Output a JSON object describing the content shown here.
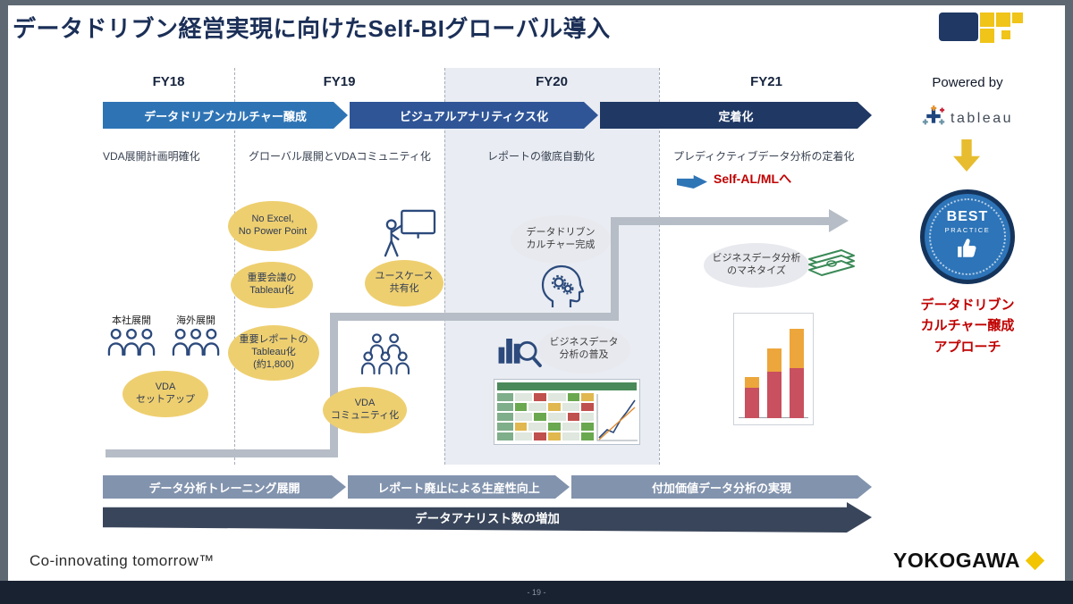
{
  "title": "データドリブン経営実現に向けたSelf-BIグローバル導入",
  "columns": [
    "FY18",
    "FY19",
    "FY20",
    "FY21"
  ],
  "phases": {
    "p1": "データドリブンカルチャー醸成",
    "p2": "ビジュアルアナリティクス化",
    "p3": "定着化"
  },
  "notes": {
    "n1": "VDA展開計画明確化",
    "n2": "グローバル展開とVDAコミュニティ化",
    "n3": "レポートの徹底自動化",
    "n4": "プレディクティブデータ分析の定着化"
  },
  "self_ml_label": "Self-AL/MLへ",
  "fy18": {
    "honsha": "本社展開",
    "kaigai": "海外展開",
    "vda_setup_l1": "VDA",
    "vda_setup_l2": "セットアップ"
  },
  "fy19": {
    "no_excel_l1": "No Excel,",
    "no_excel_l2": "No Power Point",
    "meeting_l1": "重要会議の",
    "meeting_l2": "Tableau化",
    "report_l1": "重要レポートの",
    "report_l2": "Tableau化",
    "report_l3": "(約1,800)",
    "usecase_l1": "ユースケース",
    "usecase_l2": "共有化",
    "vda_comm_l1": "VDA",
    "vda_comm_l2": "コミュニティ化"
  },
  "fy20": {
    "culture_l1": "データドリブン",
    "culture_l2": "カルチャー完成",
    "spread_l1": "ビジネスデータ",
    "spread_l2": "分析の普及"
  },
  "fy21": {
    "monetize_l1": "ビジネスデータ分析",
    "monetize_l2": "のマネタイズ"
  },
  "bottom_arrows": {
    "b1": "データ分析トレーニング展開",
    "b2": "レポート廃止による生産性向上",
    "b3": "付加価値データ分析の実現",
    "b4": "データアナリスト数の増加"
  },
  "right_panel": {
    "powered_by": "Powered by",
    "tableau_wordmark": "tableau",
    "badge_top": "BEST",
    "badge_sub": "PRACTICE",
    "red_l1": "データドリブン",
    "red_l2": "カルチャー醸成",
    "red_l3": "アプローチ"
  },
  "footer": {
    "slogan": "Co-innovating tomorrow™",
    "brand": "YOKOGAWA",
    "page": "- 19 -"
  },
  "colors": {
    "phase1_blue": "#2e74b5",
    "phase2_blue": "#2f5597",
    "phase3_navy": "#1f3864",
    "yellow_bubble": "#eecf70",
    "gray_bubble": "#e8e9ee",
    "red_accent": "#c00000",
    "step_arrow_gray": "#b6bdc6",
    "bottom_arrow_gray": "#8293ad",
    "bottom_arrow_navy": "#39455a",
    "yokogawa_yellow": "#f2c500",
    "tableau_orange": "#e8912d"
  }
}
